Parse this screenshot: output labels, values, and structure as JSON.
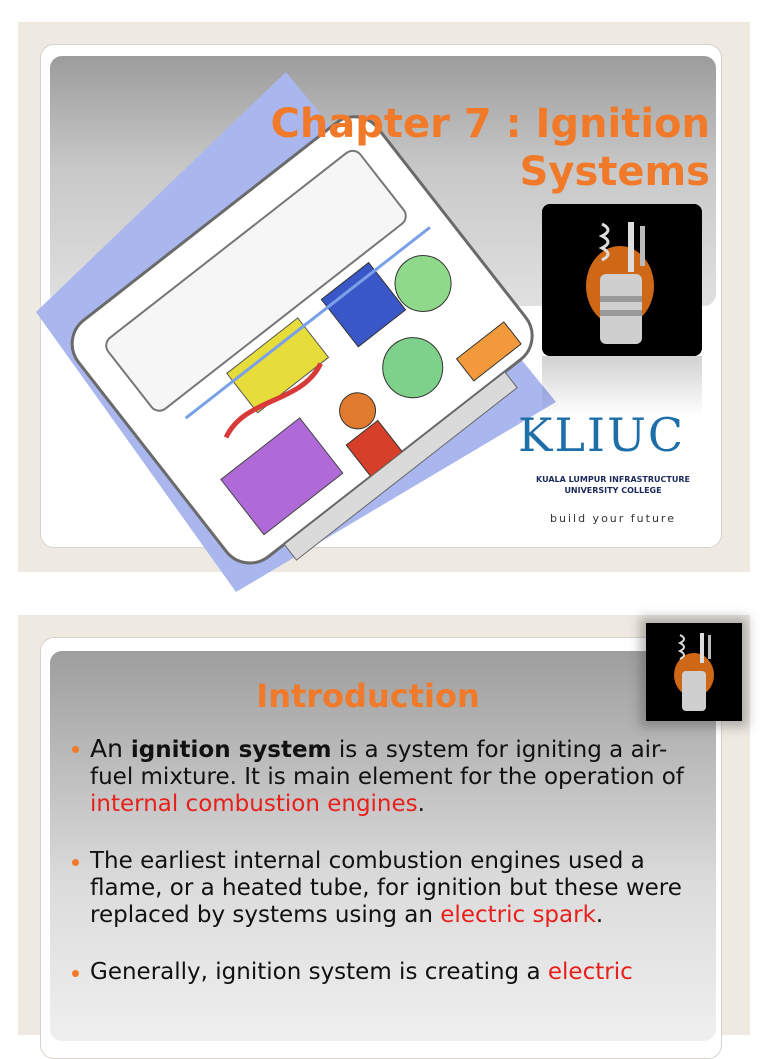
{
  "slide1": {
    "title_line1": "Chapter 7 : Ignition",
    "title_line2": "Systems",
    "logo": {
      "name": "KLIUC",
      "subtitle_line1": "KUALA LUMPUR INFRASTRUCTURE",
      "subtitle_line2": "UNIVERSITY COLLEGE",
      "tagline": "build your future"
    }
  },
  "slide2": {
    "title": "Introduction",
    "bullets": [
      {
        "p1": "An ",
        "bold": "ignition system",
        "p2": " is a system for igniting a air-fuel mixture. It is main element for the operation of ",
        "red": "internal combustion engines",
        "p3": "."
      },
      {
        "p1": "The earliest internal combustion engines used a flame, or a heated tube, for ignition but these were replaced by systems using an ",
        "red": "electric spark",
        "p3": "."
      },
      {
        "p1": "Generally, ignition system is creating a ",
        "red": "electric"
      }
    ]
  },
  "colors": {
    "accent_orange": "#f07a2a",
    "highlight_red": "#e8201c",
    "logo_blue": "#1e6fa8"
  }
}
